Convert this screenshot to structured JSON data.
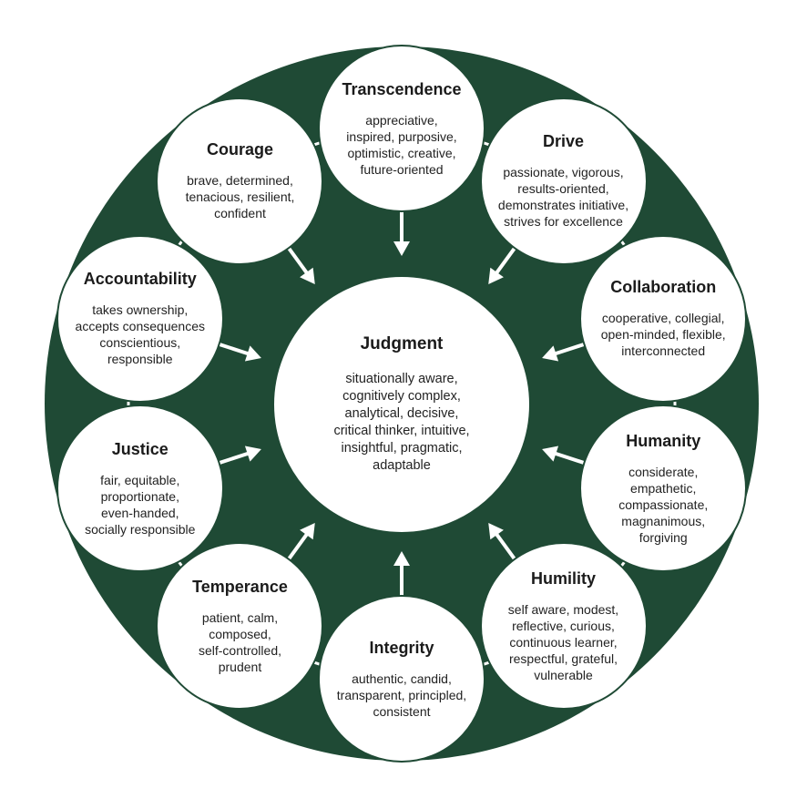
{
  "colors": {
    "ring": "#1f4a35",
    "bubble": "#ffffff",
    "arrow": "#ffffff"
  },
  "center": {
    "title": "Judgment",
    "desc": "situationally aware,\ncognitively complex,\nanalytical, decisive,\ncritical thinker, intuitive,\ninsightful, pragmatic,\nadaptable"
  },
  "virtues": [
    {
      "title": "Transcendence",
      "desc": "appreciative,\ninspired, purposive,\noptimistic, creative,\nfuture-oriented"
    },
    {
      "title": "Drive",
      "desc": "passionate, vigorous,\nresults-oriented,\ndemonstrates initiative,\nstrives for excellence"
    },
    {
      "title": "Collaboration",
      "desc": "cooperative, collegial,\nopen-minded, flexible,\ninterconnected"
    },
    {
      "title": "Humanity",
      "desc": "considerate,\nempathetic,\ncompassionate,\nmagnanimous,\nforgiving"
    },
    {
      "title": "Humility",
      "desc": "self aware, modest,\nreflective, curious,\ncontinuous learner,\nrespectful, grateful,\nvulnerable"
    },
    {
      "title": "Integrity",
      "desc": "authentic, candid,\ntransparent, principled,\nconsistent"
    },
    {
      "title": "Temperance",
      "desc": "patient, calm,\ncomposed,\nself-controlled,\nprudent"
    },
    {
      "title": "Justice",
      "desc": "fair, equitable,\nproportionate,\neven-handed,\nsocially responsible"
    },
    {
      "title": "Accountability",
      "desc": "takes ownership,\naccepts consequences\nconscientious,\nresponsible"
    },
    {
      "title": "Courage",
      "desc": "brave, determined,\ntenacious, resilient,\nconfident"
    }
  ]
}
